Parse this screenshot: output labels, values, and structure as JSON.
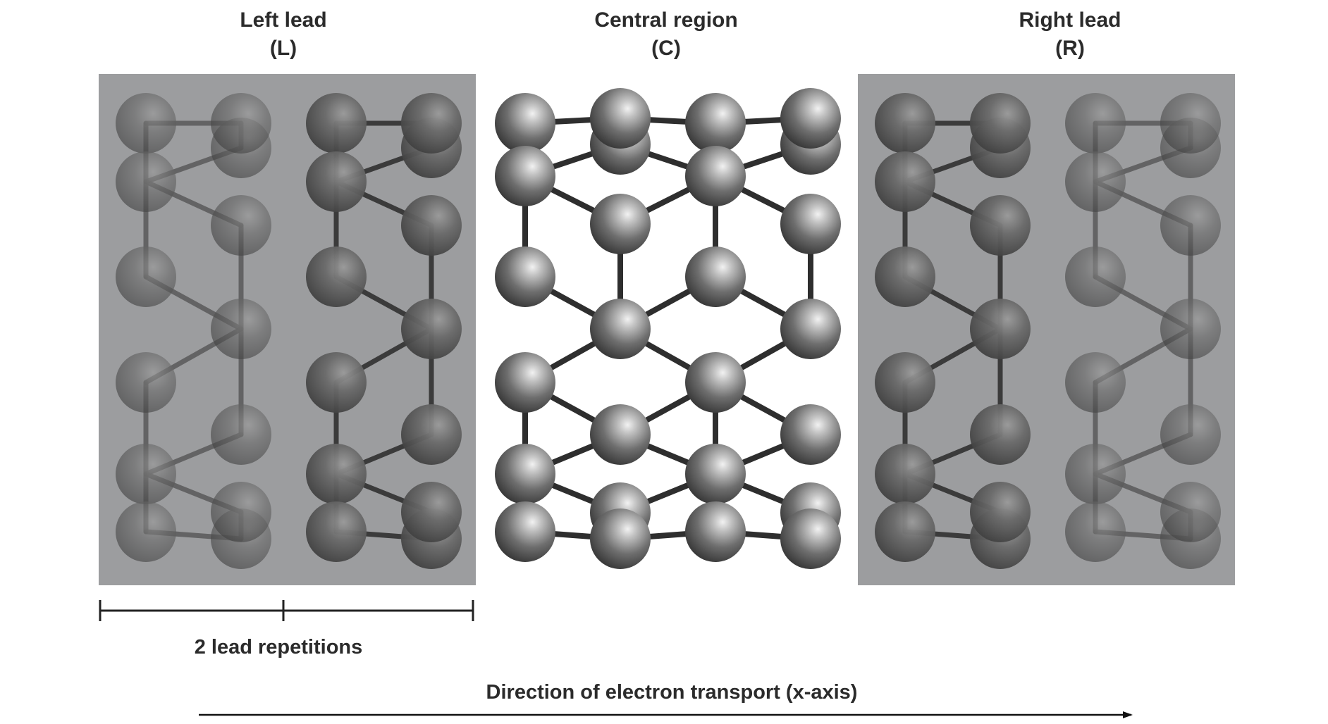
{
  "regions": {
    "left": {
      "title": "Left lead",
      "symbol": "(L)"
    },
    "central": {
      "title": "Central region",
      "symbol": "(C)"
    },
    "right": {
      "title": "Right lead",
      "symbol": "(R)"
    }
  },
  "repetitions_label": "2 lead repetitions",
  "transport_label": "Direction of electron transport (x-axis)",
  "colors": {
    "lead_panel": "#9c9d9f",
    "atom_dark": "#3a3a3a",
    "atom_light": "#f0f0f0",
    "bond": "#4a4a4a",
    "text": "#2b2b2b"
  }
}
